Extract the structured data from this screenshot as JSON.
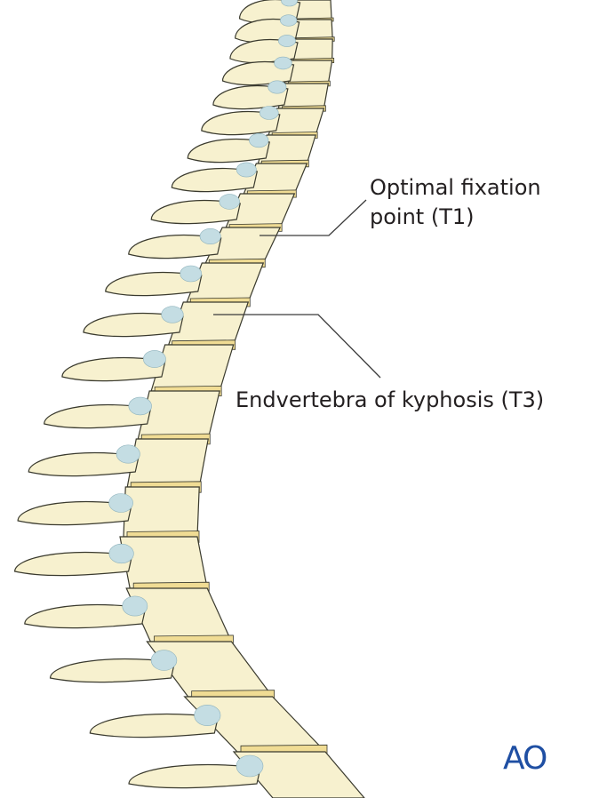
{
  "colors": {
    "bone_fill": "#f7f1cf",
    "bone_stroke": "#3a3a2e",
    "disc_fill": "#f0dc94",
    "joint_fill": "#c4dde3",
    "leader_line": "#3a3a3a",
    "text": "#231f20",
    "logo": "#1f4fa3"
  },
  "labels": {
    "fixation_point_line1": "Optimal fixation",
    "fixation_point_line2": "point (T1)",
    "endvertebra": "Endvertebra of kyphosis (T3)"
  },
  "logo": {
    "text": "AO",
    "icon": "ao-foundation-logo"
  }
}
